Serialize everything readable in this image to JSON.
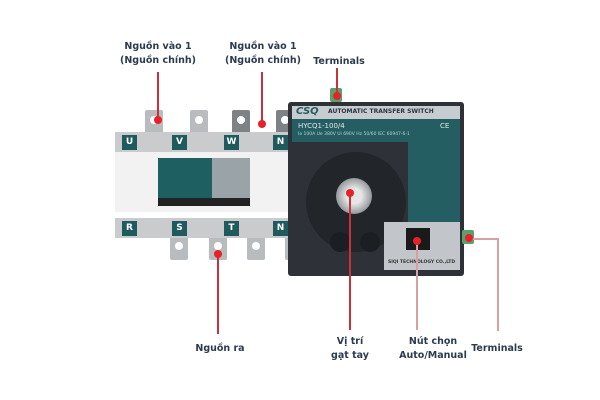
{
  "labels": {
    "input_1": "Nguồn vào 1\n(Nguồn chính)",
    "input_1_line1": "Nguồn vào 1",
    "input_1_line2": "(Nguồn chính)",
    "input_2_line1": "Nguồn vào 1",
    "input_2_line2": "(Nguồn chính)",
    "terminals_top": "Terminals",
    "output": "Nguồn ra",
    "handle_line1": "Vị trí",
    "handle_line2": "gạt tay",
    "switch_line1": "Nút chọn",
    "switch_line2": "Auto/Manual",
    "terminals_right": "Terminals"
  },
  "device": {
    "brand": "CSQ",
    "title": "AUTOMATIC TRANSFER SWITCH",
    "model": "HYCQ1-100/4",
    "spec": "Ie 100A  Ue 380V  Ui 690V  Hz 50/60  IEC 60947-6-1",
    "ce_mark": "CE",
    "company": "SIQI TECHNOLOGY CO.,LTD",
    "top_phases": [
      "U",
      "V",
      "W",
      "N"
    ],
    "bottom_phases": [
      "R",
      "S",
      "T",
      "N"
    ]
  },
  "colors": {
    "accent": "#e8202a",
    "teal": "#245e63",
    "text": "#2b3b4e"
  }
}
